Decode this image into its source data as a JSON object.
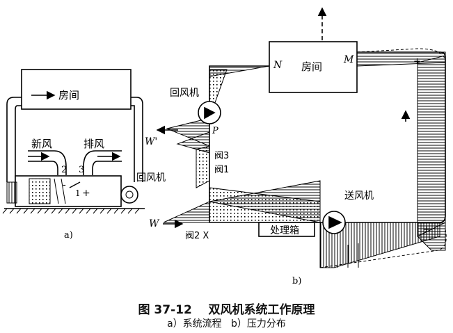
{
  "figure": {
    "caption_number": "图 37-12",
    "caption_title": "双风机系统工作原理",
    "sub_a": "a）系统流程",
    "sub_b": "b）压力分布"
  },
  "panel_a": {
    "room": "房间",
    "fresh_air": "新风",
    "exhaust_air": "排风",
    "return_fan": "回风机",
    "damper2": "2",
    "damper3": "3",
    "damper1": "1",
    "minus": "-",
    "plus": "+",
    "panel_label": "a)"
  },
  "panel_b": {
    "room": "房间",
    "n": "N",
    "m": "M",
    "return_fan": "回风机",
    "p": "P",
    "w_prime": "W'",
    "valve3": "阀3",
    "valve1": "阀1",
    "w": "W",
    "valve2x": "阀2 X",
    "handler": "处理箱",
    "supply_fan": "送风机",
    "plus": "+",
    "plus2": "+",
    "panel_label": "b)"
  }
}
